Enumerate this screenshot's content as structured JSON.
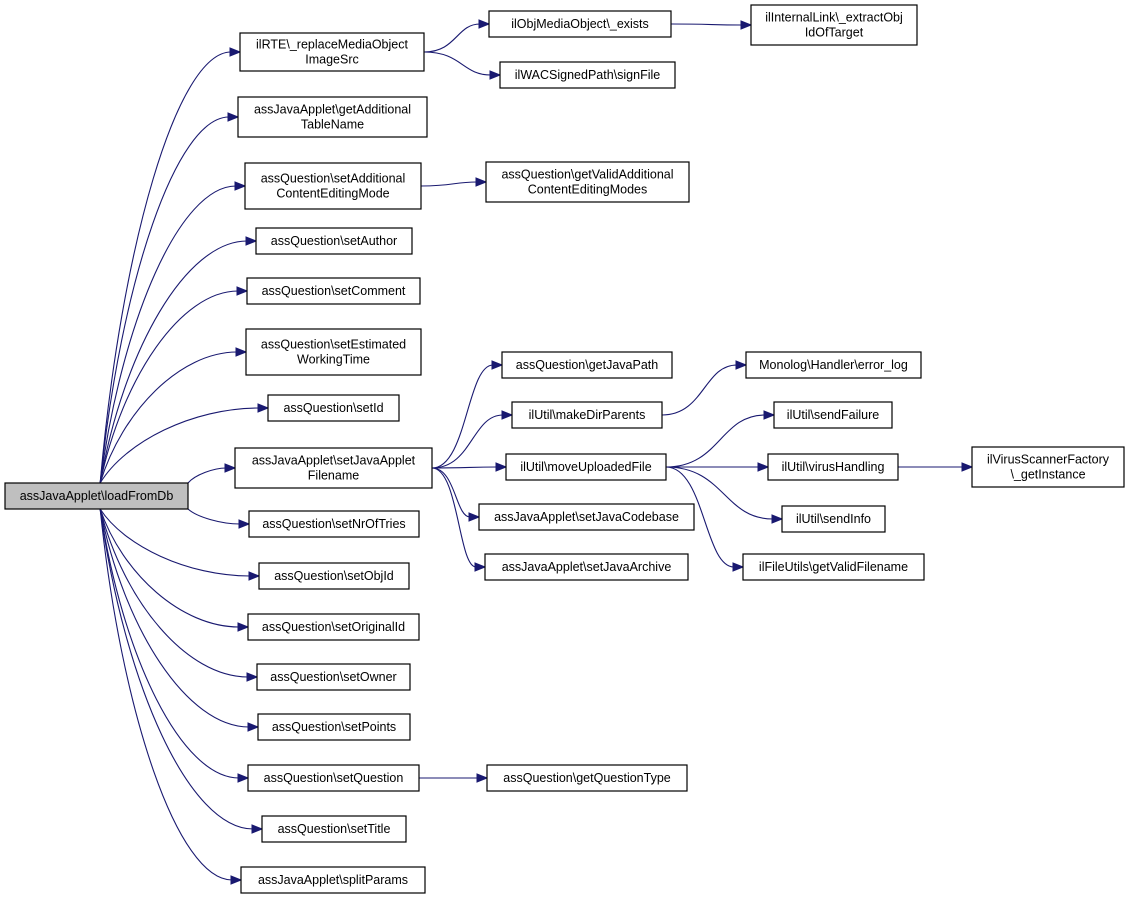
{
  "colors": {
    "edge": "#191970",
    "root_fill": "#bfbfbf",
    "node_fill": "#ffffff",
    "border": "#000000"
  },
  "nodes": [
    {
      "id": "loadFromDb",
      "lines": [
        "assJavaApplet\\loadFromDb"
      ],
      "root": true
    },
    {
      "id": "replaceMedia",
      "lines": [
        "ilRTE\\_replaceMediaObject",
        "ImageSrc"
      ]
    },
    {
      "id": "getAddTable",
      "lines": [
        "assJavaApplet\\getAdditional",
        "TableName"
      ]
    },
    {
      "id": "setAddContent",
      "lines": [
        "assQuestion\\setAdditional",
        "ContentEditingMode"
      ]
    },
    {
      "id": "setAuthor",
      "lines": [
        "assQuestion\\setAuthor"
      ]
    },
    {
      "id": "setComment",
      "lines": [
        "assQuestion\\setComment"
      ]
    },
    {
      "id": "setEstimated",
      "lines": [
        "assQuestion\\setEstimated",
        "WorkingTime"
      ]
    },
    {
      "id": "setId",
      "lines": [
        "assQuestion\\setId"
      ]
    },
    {
      "id": "setJavaApplet",
      "lines": [
        "assJavaApplet\\setJavaApplet",
        "Filename"
      ]
    },
    {
      "id": "setNrOfTries",
      "lines": [
        "assQuestion\\setNrOfTries"
      ]
    },
    {
      "id": "setObjId",
      "lines": [
        "assQuestion\\setObjId"
      ]
    },
    {
      "id": "setOriginalId",
      "lines": [
        "assQuestion\\setOriginalId"
      ]
    },
    {
      "id": "setOwner",
      "lines": [
        "assQuestion\\setOwner"
      ]
    },
    {
      "id": "setPoints",
      "lines": [
        "assQuestion\\setPoints"
      ]
    },
    {
      "id": "setQuestion",
      "lines": [
        "assQuestion\\setQuestion"
      ]
    },
    {
      "id": "setTitle",
      "lines": [
        "assQuestion\\setTitle"
      ]
    },
    {
      "id": "splitParams",
      "lines": [
        "assJavaApplet\\splitParams"
      ]
    },
    {
      "id": "mediaExists",
      "lines": [
        "ilObjMediaObject\\_exists"
      ]
    },
    {
      "id": "signFile",
      "lines": [
        "ilWACSignedPath\\signFile"
      ]
    },
    {
      "id": "extractObj",
      "lines": [
        "ilInternalLink\\_extractObj",
        "IdOfTarget"
      ]
    },
    {
      "id": "getValidModes",
      "lines": [
        "assQuestion\\getValidAdditional",
        "ContentEditingModes"
      ]
    },
    {
      "id": "getJavaPath",
      "lines": [
        "assQuestion\\getJavaPath"
      ]
    },
    {
      "id": "makeDirParents",
      "lines": [
        "ilUtil\\makeDirParents"
      ]
    },
    {
      "id": "moveUploaded",
      "lines": [
        "ilUtil\\moveUploadedFile"
      ]
    },
    {
      "id": "setCodebase",
      "lines": [
        "assJavaApplet\\setJavaCodebase"
      ]
    },
    {
      "id": "setArchive",
      "lines": [
        "assJavaApplet\\setJavaArchive"
      ]
    },
    {
      "id": "errorLog",
      "lines": [
        "Monolog\\Handler\\error_log"
      ]
    },
    {
      "id": "sendFailure",
      "lines": [
        "ilUtil\\sendFailure"
      ]
    },
    {
      "id": "virusHandling",
      "lines": [
        "ilUtil\\virusHandling"
      ]
    },
    {
      "id": "sendInfo",
      "lines": [
        "ilUtil\\sendInfo"
      ]
    },
    {
      "id": "getValidFilename",
      "lines": [
        "ilFileUtils\\getValidFilename"
      ]
    },
    {
      "id": "virusFactory",
      "lines": [
        "ilVirusScannerFactory",
        "\\_getInstance"
      ]
    },
    {
      "id": "getQuestionType",
      "lines": [
        "assQuestion\\getQuestionType"
      ]
    }
  ],
  "edges": [
    [
      "loadFromDb",
      "replaceMedia"
    ],
    [
      "loadFromDb",
      "getAddTable"
    ],
    [
      "loadFromDb",
      "setAddContent"
    ],
    [
      "loadFromDb",
      "setAuthor"
    ],
    [
      "loadFromDb",
      "setComment"
    ],
    [
      "loadFromDb",
      "setEstimated"
    ],
    [
      "loadFromDb",
      "setId"
    ],
    [
      "loadFromDb",
      "setJavaApplet"
    ],
    [
      "loadFromDb",
      "setNrOfTries"
    ],
    [
      "loadFromDb",
      "setObjId"
    ],
    [
      "loadFromDb",
      "setOriginalId"
    ],
    [
      "loadFromDb",
      "setOwner"
    ],
    [
      "loadFromDb",
      "setPoints"
    ],
    [
      "loadFromDb",
      "setQuestion"
    ],
    [
      "loadFromDb",
      "setTitle"
    ],
    [
      "loadFromDb",
      "splitParams"
    ],
    [
      "replaceMedia",
      "mediaExists"
    ],
    [
      "replaceMedia",
      "signFile"
    ],
    [
      "mediaExists",
      "extractObj"
    ],
    [
      "setAddContent",
      "getValidModes"
    ],
    [
      "setJavaApplet",
      "getJavaPath"
    ],
    [
      "setJavaApplet",
      "makeDirParents"
    ],
    [
      "setJavaApplet",
      "moveUploaded"
    ],
    [
      "setJavaApplet",
      "setCodebase"
    ],
    [
      "setJavaApplet",
      "setArchive"
    ],
    [
      "makeDirParents",
      "errorLog"
    ],
    [
      "moveUploaded",
      "sendFailure"
    ],
    [
      "moveUploaded",
      "virusHandling"
    ],
    [
      "moveUploaded",
      "sendInfo"
    ],
    [
      "moveUploaded",
      "getValidFilename"
    ],
    [
      "virusHandling",
      "virusFactory"
    ],
    [
      "setQuestion",
      "getQuestionType"
    ]
  ]
}
